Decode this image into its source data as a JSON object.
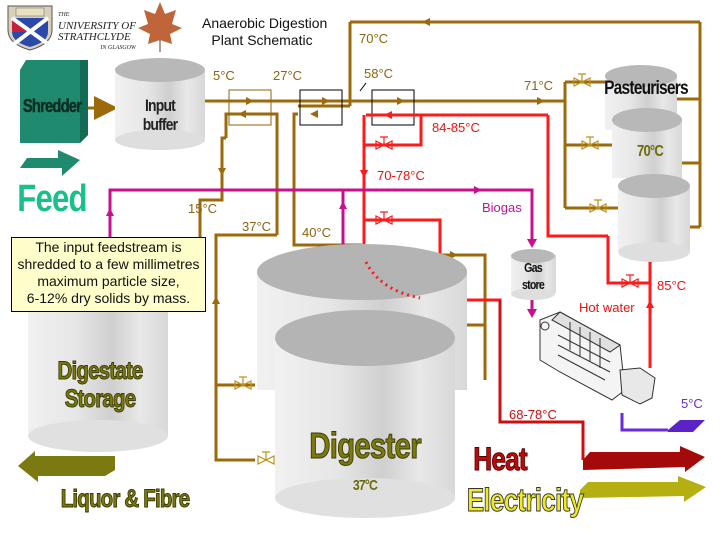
{
  "title": {
    "line1": "Anaerobic Digestion",
    "line2": "Plant Schematic"
  },
  "logo": {
    "the": "THE",
    "line1": "UNIVERSITY OF",
    "line2": "STRATHCLYDE",
    "line3": "IN GLASGOW"
  },
  "components": {
    "shredder": "Shredder",
    "input_buffer_1": "Input",
    "input_buffer_2": "buffer",
    "pasteurisers": "Pasteurisers",
    "pasteuriser_temp": "70°C",
    "gas_store_1": "Gas",
    "gas_store_2": "store",
    "digestate_1": "Digestate",
    "digestate_2": "Storage",
    "digester": "Digester",
    "digester_temp": "37°C"
  },
  "outputs": {
    "feed": "Feed",
    "liquor_fibre": "Liquor & Fibre",
    "heat": "Heat",
    "electricity": "Electricity"
  },
  "temperatures": {
    "t_5": "5°C",
    "t_27": "27°C",
    "t_58": "58°C",
    "t_70_top": "70°C",
    "t_71": "71°C",
    "t_84_85": "84-85°C",
    "t_70_78": "70-78°C",
    "t_15": "15°C",
    "t_37": "37°C",
    "t_40": "40°C",
    "t_85": "85°C",
    "t_68_78": "68-78°C",
    "t_5_cool": "5°C"
  },
  "flow_labels": {
    "biogas": "Biogas",
    "hot_water": "Hot water"
  },
  "note": {
    "line1": "The input feedstream is",
    "line2": "shredded to a few millimetres",
    "line3": "maximum particle size,",
    "line4": "6-12% dry solids by mass."
  },
  "colors": {
    "sludge_pipe": "#9c6a0a",
    "hot_water_pipe": "#ff1a1a",
    "return_pipe": "#cc1010",
    "biogas_pipe": "#c8108f",
    "coolant_pipe": "#6a2bd9",
    "shredder": "#1f8a6e",
    "feed_text": "#19c08c",
    "heat_arrow": "#a50a0a",
    "electricity_arrow": "#b5b012"
  }
}
